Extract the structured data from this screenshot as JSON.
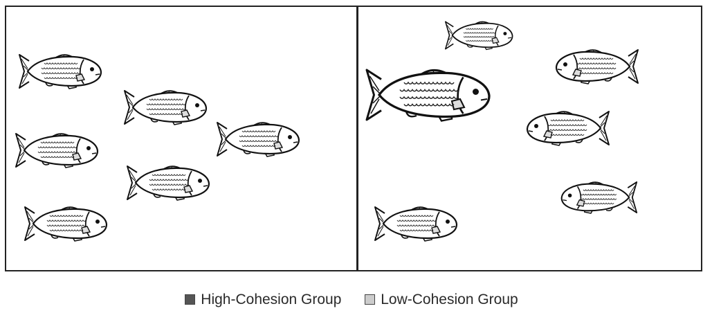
{
  "legend": {
    "items": [
      {
        "label": "High-Cohesion Group",
        "color": "#555555"
      },
      {
        "label": "Low-Cohesion Group",
        "color": "#cccccc"
      }
    ]
  },
  "panels": [
    {
      "name": "high-cohesion-panel",
      "fish_count": 6
    },
    {
      "name": "low-cohesion-panel",
      "fish_count": 6
    }
  ]
}
